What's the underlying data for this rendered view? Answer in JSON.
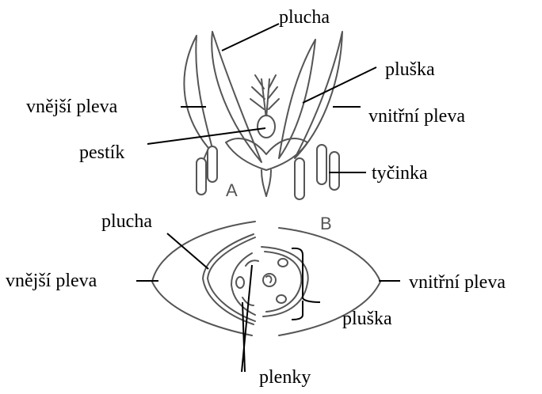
{
  "diagram": {
    "panel_a": {
      "letter": "A",
      "labels": {
        "plucha": "plucha",
        "pluska": "pluška",
        "vnejsi_pleva": "vnější pleva",
        "vnitrni_pleva": "vnitřní pleva",
        "pestik": "pestík",
        "tycinka": "tyčinka"
      }
    },
    "panel_b": {
      "letter": "B",
      "labels": {
        "plucha": "plucha",
        "vnejsi_pleva": "vnější pleva",
        "vnitrni_pleva": "vnitřní pleva",
        "pluska": "pluška",
        "plenky": "plenky"
      }
    },
    "colors": {
      "ink": "#555555",
      "label": "#000000",
      "background": "#ffffff"
    }
  }
}
